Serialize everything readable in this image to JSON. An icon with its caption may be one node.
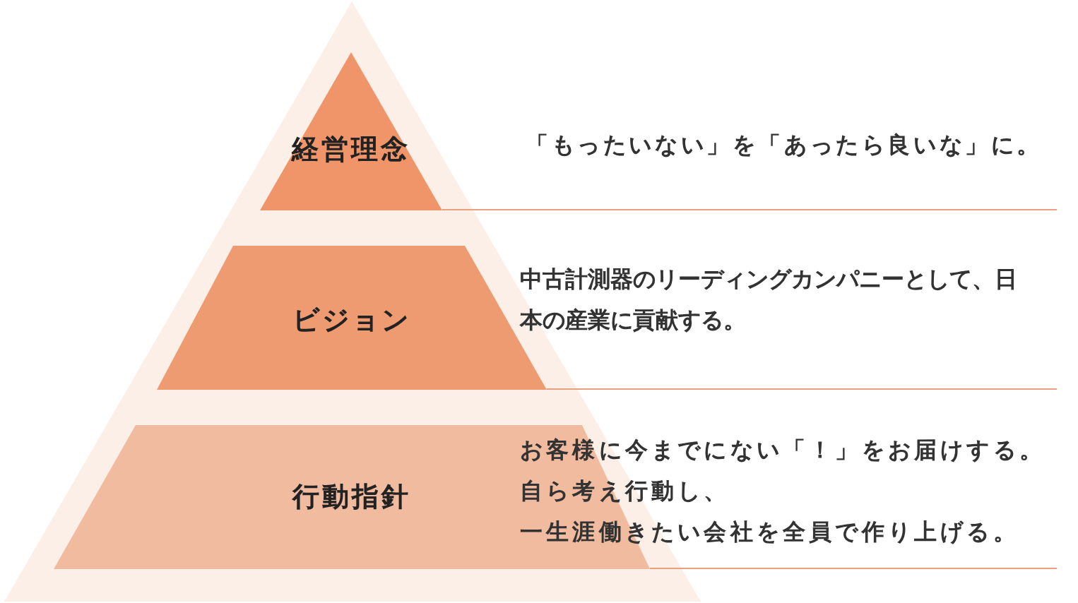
{
  "diagram": {
    "nodes": [
      {
        "text": [
          "経営理念"
        ]
      },
      {
        "text": [
          "ビジョン"
        ],
        "beside": [
          "中古計測器のリーディングカンパニーとして、日本の産業に貢献する。"
        ]
      },
      {
        "text": [
          "行動指針"
        ],
        "beside": [
          "お客様に今までにない「！」をお届けする。",
          "自ら考え行動し、",
          "一生涯働きたい会社を全員で作り上げる。"
        ]
      }
    ],
    "labels": [
      "「もったいない」を「あったら良いな」に。"
    ]
  }
}
